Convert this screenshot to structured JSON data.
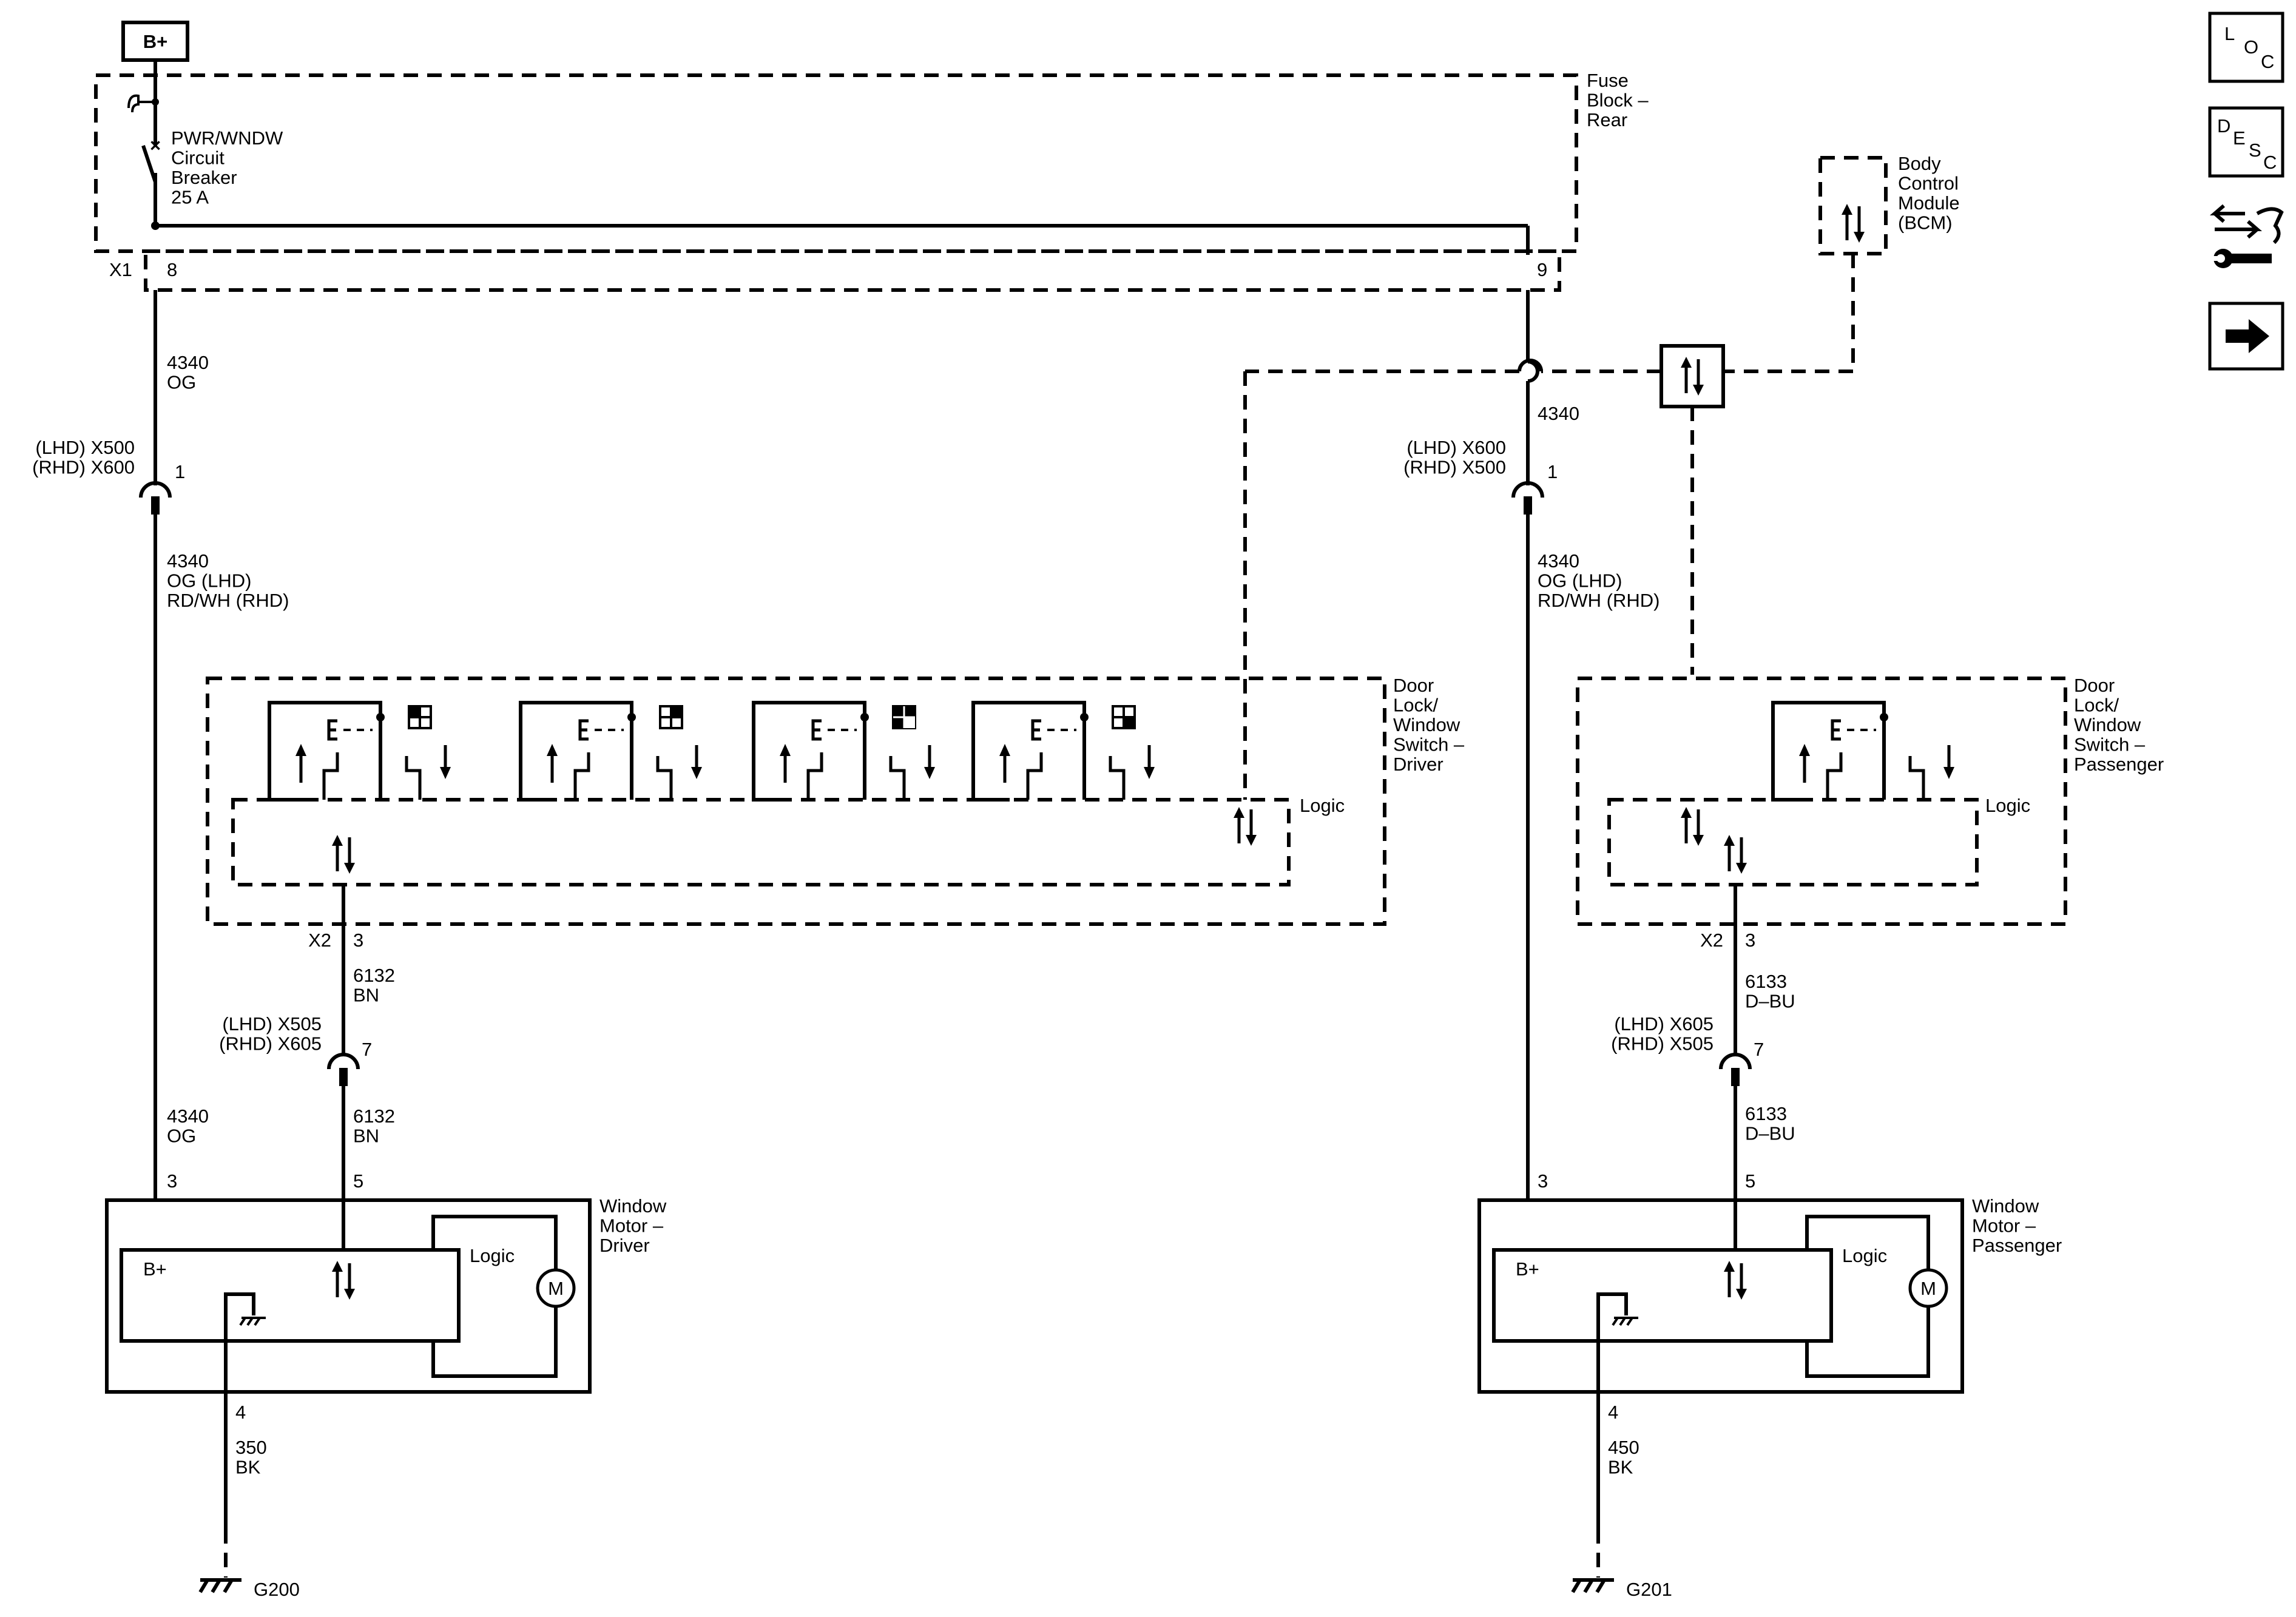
{
  "battery": {
    "label": "B+"
  },
  "fuse_block": {
    "name": "Fuse\nBlock –\nRear",
    "breaker": "PWR/WNDW\nCircuit\nBreaker\n25 A",
    "connector": "X1",
    "pin_left": "8",
    "pin_right": "9"
  },
  "bcm": {
    "name": "Body\nControl\nModule\n(BCM)"
  },
  "driver_side": {
    "wire_top": "4340\nOG",
    "inline_conn": "(LHD) X500\n(RHD) X600",
    "inline_pin": "1",
    "wire_mid": "4340\nOG (LHD)\nRD/WH (RHD)",
    "switch_name": "Door\nLock/\nWindow\nSwitch –\nDriver",
    "switch_logic": "Logic",
    "switch_conn": "X2",
    "switch_pin": "3",
    "signal_wire_upper": "6132\nBN",
    "signal_inline_conn": "(LHD) X505\n(RHD) X605",
    "signal_inline_pin": "7",
    "signal_wire_lower": "6132\nBN",
    "wire_bottom": "4340\nOG",
    "motor_pin_power": "3",
    "motor_pin_signal": "5",
    "motor_name": "Window\nMotor –\nDriver",
    "motor_logic": "Logic",
    "motor_bplus": "B+",
    "motor_symbol": "M",
    "ground_pin": "4",
    "ground_wire": "350\nBK",
    "ground": "G200"
  },
  "passenger_side": {
    "wire_top": "4340",
    "inline_conn": "(LHD) X600\n(RHD) X500",
    "inline_pin": "1",
    "wire_mid": "4340\nOG (LHD)\nRD/WH (RHD)",
    "switch_name": "Door\nLock/\nWindow\nSwitch –\nPassenger",
    "switch_logic": "Logic",
    "switch_conn": "X2",
    "switch_pin": "3",
    "signal_wire_upper": "6133\nD–BU",
    "signal_inline_conn": "(LHD) X605\n(RHD) X505",
    "signal_inline_pin": "7",
    "signal_wire_lower": "6133\nD–BU",
    "motor_pin_power": "3",
    "motor_pin_signal": "5",
    "motor_name": "Window\nMotor –\nPassenger",
    "motor_logic": "Logic",
    "motor_bplus": "B+",
    "motor_symbol": "M",
    "ground_pin": "4",
    "ground_wire": "450\nBK",
    "ground": "G201"
  },
  "sidebar": {
    "loc": [
      "L",
      "O",
      "C"
    ],
    "desc": [
      "D",
      "E",
      "S",
      "C"
    ],
    "connector_icon": "connector-wrench-icon",
    "next_icon": "arrow-right-icon"
  }
}
